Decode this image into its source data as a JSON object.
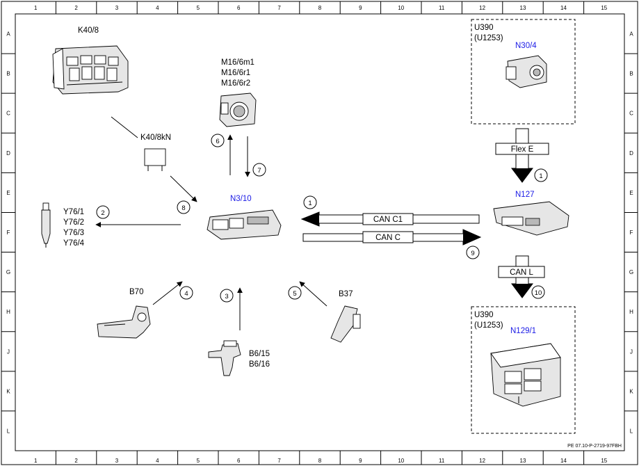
{
  "grid": {
    "columns": [
      "1",
      "2",
      "3",
      "4",
      "5",
      "6",
      "7",
      "8",
      "9",
      "10",
      "11",
      "12",
      "13",
      "14",
      "15"
    ],
    "rows": [
      "A",
      "B",
      "C",
      "D",
      "E",
      "F",
      "G",
      "H",
      "J",
      "K",
      "L"
    ]
  },
  "components": {
    "k40_8": "K40/8",
    "k40_8kn": "K40/8kN",
    "m16_6m1": "M16/6m1",
    "m16_6r1": "M16/6r1",
    "m16_6r2": "M16/6r2",
    "y76_1": "Y76/1",
    "y76_2": "Y76/2",
    "y76_3": "Y76/3",
    "y76_4": "Y76/4",
    "n3_10": "N3/10",
    "b70": "B70",
    "b37": "B37",
    "b6_15": "B6/15",
    "b6_16": "B6/16",
    "u390_top": "U390",
    "u1253_top": "(U1253)",
    "n30_4": "N30/4",
    "n127": "N127",
    "u390_bottom": "U390",
    "u1253_bottom": "(U1253)",
    "n129_1": "N129/1"
  },
  "buses": {
    "flex_e": "Flex E",
    "can_c1": "CAN C1",
    "can_c": "CAN C",
    "can_l": "CAN L"
  },
  "numbers": {
    "n1a": "1",
    "n1b": "1",
    "n2": "2",
    "n3": "3",
    "n4": "4",
    "n5": "5",
    "n6": "6",
    "n7": "7",
    "n8": "8",
    "n9": "9",
    "n10": "10"
  },
  "footer": "PE 07.10-P-2719-97FBH",
  "colors": {
    "label_blue": "#1a1ae6",
    "line": "#000000"
  }
}
